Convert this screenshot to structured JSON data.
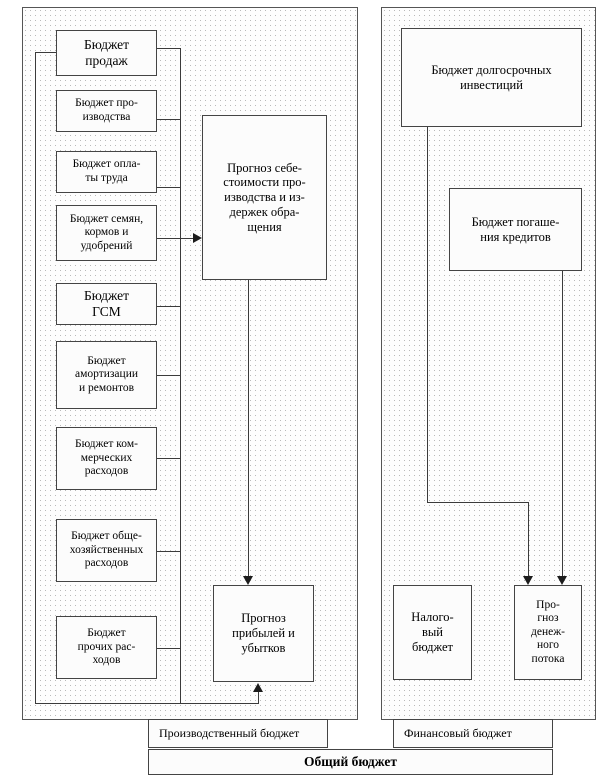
{
  "diagram": {
    "title_bottom": "Общий бюджет",
    "panels": {
      "production": {
        "name": "production-panel"
      },
      "financial": {
        "name": "financial-panel"
      }
    },
    "left_boxes": [
      {
        "label": "Бюджет\nпродаж",
        "name": "box-sales-budget"
      },
      {
        "label": "Бюджет про-\nизводства",
        "name": "box-production-budget"
      },
      {
        "label": "Бюджет опла-\nты труда",
        "name": "box-labor-budget"
      },
      {
        "label": "Бюджет семян,\nкормов и\nудобрений",
        "name": "box-seeds-feed-fertilizer-budget"
      },
      {
        "label": "Бюджет\nГСМ",
        "name": "box-fuel-budget"
      },
      {
        "label": "Бюджет\nамортизации\nи ремонтов",
        "name": "box-depreciation-repairs-budget"
      },
      {
        "label": "Бюджет ком-\nмерческих\nрасходов",
        "name": "box-commercial-expenses-budget"
      },
      {
        "label": "Бюджет обще-\nхозяйственных\nрасходов",
        "name": "box-general-business-expenses-budget"
      },
      {
        "label": "Бюджет\nпрочих рас-\nходов",
        "name": "box-other-expenses-budget"
      }
    ],
    "center_boxes": [
      {
        "label": "Прогноз себе-\nстоимости про-\nизводства и из-\nдержек обра-\nщения",
        "name": "box-cost-forecast"
      },
      {
        "label": "Прогноз\nприбылей и\nубытков",
        "name": "box-profit-loss-forecast"
      }
    ],
    "right_boxes": [
      {
        "label": "Бюджет долгосрочных\nинвестиций",
        "name": "box-long-term-investments-budget"
      },
      {
        "label": "Бюджет погаше-\nния кредитов",
        "name": "box-loan-repayment-budget"
      },
      {
        "label": "Налого-\nвый\nбюджет",
        "name": "box-tax-budget"
      },
      {
        "label": "Про-\nгноз\nденеж-\nного\nпотока",
        "name": "box-cash-flow-forecast"
      }
    ],
    "bottom_bars": [
      {
        "label": "Производственный бюджет",
        "name": "bar-production-budget"
      },
      {
        "label": "Финансовый бюджет",
        "name": "bar-financial-budget"
      },
      {
        "label": "Общий бюджет",
        "name": "bar-master-budget"
      }
    ],
    "colors": {
      "line": "#3a3a3a",
      "box_border": "#444444",
      "panel_border": "#555555",
      "background": "#ffffff",
      "panel_fill": "#fdfdfd",
      "dot": "#b9b9b9"
    }
  }
}
